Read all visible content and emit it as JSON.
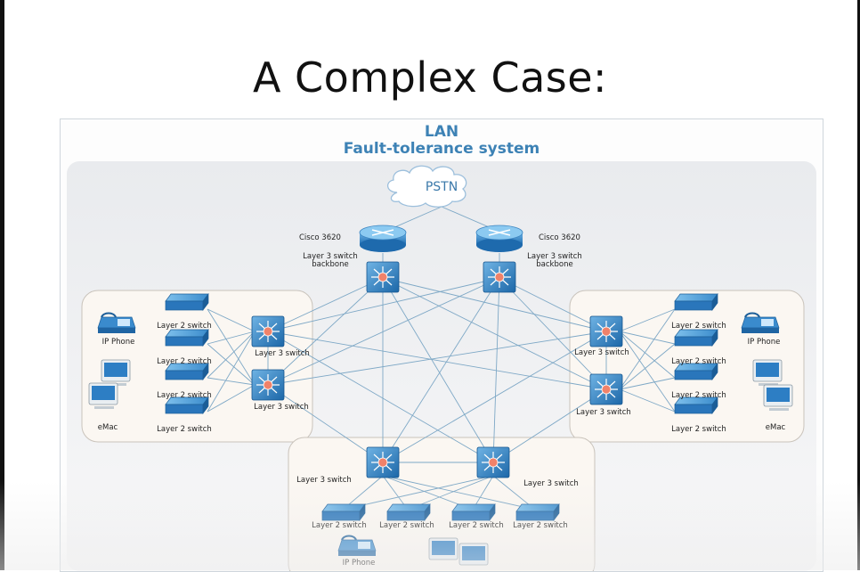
{
  "slide": {
    "title": "A Complex Case:"
  },
  "diagram": {
    "title_line1": "LAN",
    "title_line2": "Fault-tolerance system",
    "cloud_label": "PSTN",
    "routers": [
      {
        "model": "Cisco 3620",
        "switch_label": "Layer 3 switch\nbackbone"
      },
      {
        "model": "Cisco 3620",
        "switch_label": "Layer 3 switch\nbackbone"
      }
    ],
    "left_group": {
      "phone": "IP Phone",
      "computer": "eMac",
      "l2": [
        "Layer 2 switch",
        "Layer 2 switch",
        "Layer 2 switch",
        "Layer 2 switch"
      ],
      "l3": [
        "Layer 3 switch",
        "Layer 3 switch"
      ]
    },
    "right_group": {
      "phone": "IP Phone",
      "computer": "eMac",
      "l2": [
        "Layer 2 switch",
        "Layer 2 switch",
        "Layer 2 switch",
        "Layer 2 switch"
      ],
      "l3": [
        "Layer 3 switch",
        "Layer 3 switch"
      ]
    },
    "bottom_group": {
      "phone": "IP Phone",
      "l2": [
        "Layer 2 switch",
        "Layer 2 switch",
        "Layer 2 switch",
        "Layer 2 switch"
      ],
      "l3": [
        "Layer 3 switch",
        "Layer 3 switch"
      ]
    }
  }
}
